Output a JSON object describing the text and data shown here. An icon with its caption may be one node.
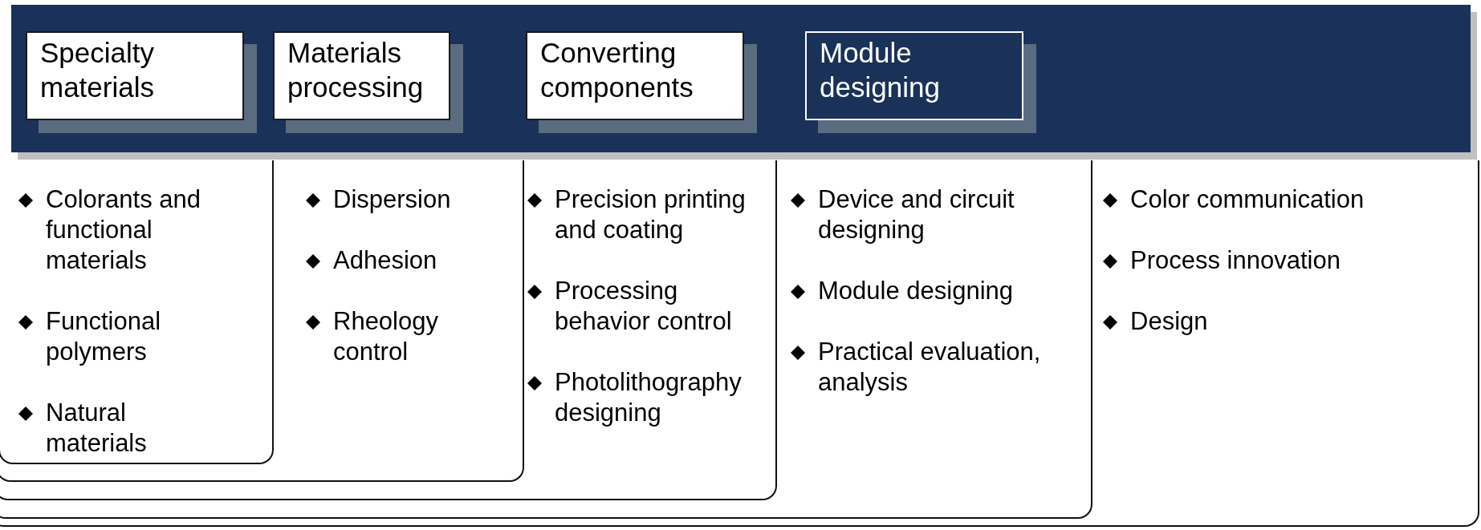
{
  "diagram": {
    "nodes": [
      {
        "text": [],
        "shape": "bar"
      },
      {
        "text": [
          "Specialty materials"
        ],
        "in": 0
      },
      {
        "text": [
          "Materials processing"
        ],
        "in": 0
      },
      {
        "text": [
          "Converting components"
        ],
        "in": 0
      },
      {
        "text": [
          "Module designing"
        ],
        "in": 0
      },
      {
        "text": [
          "Color communication",
          "Process innovation",
          "Design"
        ]
      },
      {
        "text": [
          "Device and circuit designing",
          "Module designing",
          "Practical evaluation, analysis"
        ],
        "in": 5
      },
      {
        "text": [
          "Precision printing and coating",
          "Processing behavior control",
          "Photolithography designing"
        ],
        "in": 6
      },
      {
        "text": [
          "Dispersion",
          "Adhesion",
          "Rheology control"
        ],
        "in": 7
      },
      {
        "text": [
          "Colorants and functional materials",
          "Functional polymers",
          "Natural materials"
        ],
        "in": 8
      }
    ],
    "edges": []
  }
}
